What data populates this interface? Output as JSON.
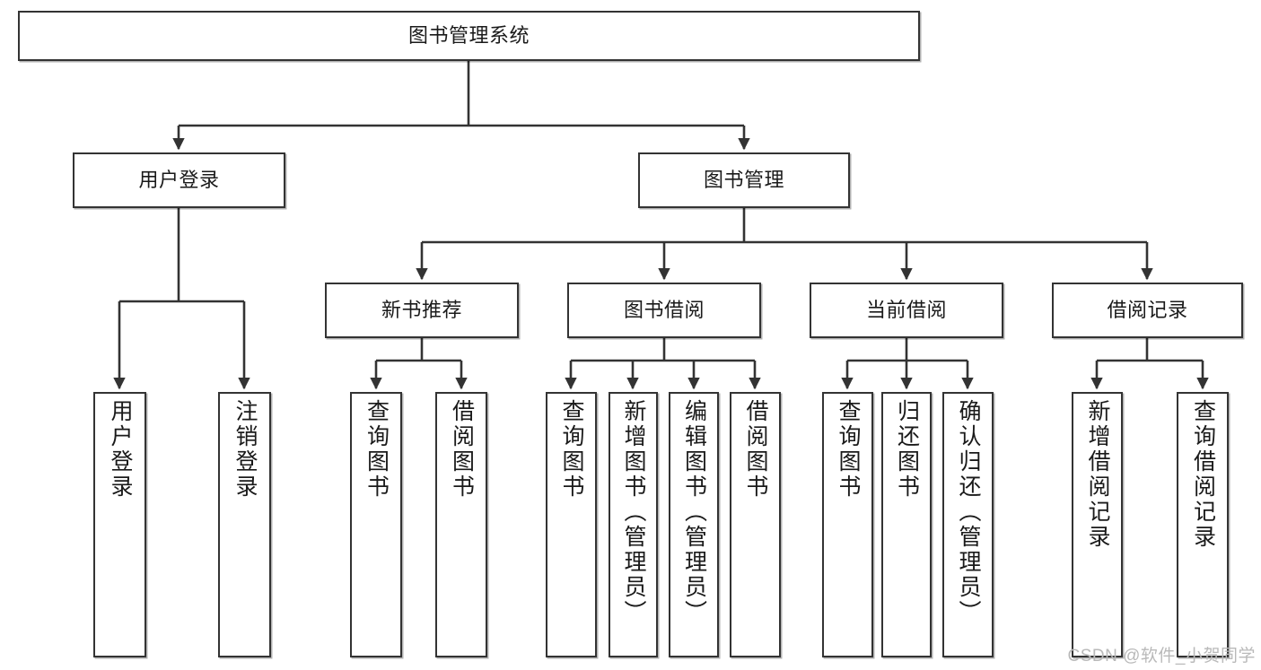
{
  "diagram": {
    "type": "tree-hierarchy-chart",
    "title": "图书管理系统",
    "line_color": "#333333",
    "box_fill": "#ffffff",
    "text_color": "#1a1a1a",
    "watermark": "CSDN @软件_小贺同学",
    "nodes": {
      "root": {
        "label": "图书管理系统",
        "level": 1
      },
      "l2": [
        {
          "id": "user-login",
          "label": "用户登录",
          "level": 2
        },
        {
          "id": "book-management",
          "label": "图书管理",
          "level": 2
        }
      ],
      "l3": [
        {
          "id": "new-book-recommend",
          "label": "新书推荐",
          "level": 3,
          "parent": "book-management"
        },
        {
          "id": "book-borrow",
          "label": "图书借阅",
          "level": 3,
          "parent": "book-management"
        },
        {
          "id": "current-borrow",
          "label": "当前借阅",
          "level": 3,
          "parent": "book-management"
        },
        {
          "id": "borrow-record",
          "label": "借阅记录",
          "level": 3,
          "parent": "book-management"
        }
      ],
      "leaves": [
        {
          "id": "leaf-user-login",
          "label": "用户登录",
          "parent": "user-login"
        },
        {
          "id": "leaf-user-logout",
          "label": "注销登录",
          "parent": "user-login"
        },
        {
          "id": "leaf-query-book-1",
          "label": "查询图书",
          "parent": "new-book-recommend"
        },
        {
          "id": "leaf-borrow-book-1",
          "label": "借阅图书",
          "parent": "new-book-recommend"
        },
        {
          "id": "leaf-query-book-2",
          "label": "查询图书",
          "parent": "book-borrow"
        },
        {
          "id": "leaf-add-book",
          "label": "新增图书（管理员）",
          "parent": "book-borrow"
        },
        {
          "id": "leaf-edit-book",
          "label": "编辑图书（管理员）",
          "parent": "book-borrow"
        },
        {
          "id": "leaf-borrow-book-2",
          "label": "借阅图书",
          "parent": "book-borrow"
        },
        {
          "id": "leaf-query-book-3",
          "label": "查询图书",
          "parent": "current-borrow"
        },
        {
          "id": "leaf-return-book",
          "label": "归还图书",
          "parent": "current-borrow"
        },
        {
          "id": "leaf-confirm-return",
          "label": "确认归还（管理员）",
          "parent": "current-borrow"
        },
        {
          "id": "leaf-add-record",
          "label": "新增借阅记录",
          "parent": "borrow-record"
        },
        {
          "id": "leaf-query-record",
          "label": "查询借阅记录",
          "parent": "borrow-record"
        }
      ]
    }
  }
}
